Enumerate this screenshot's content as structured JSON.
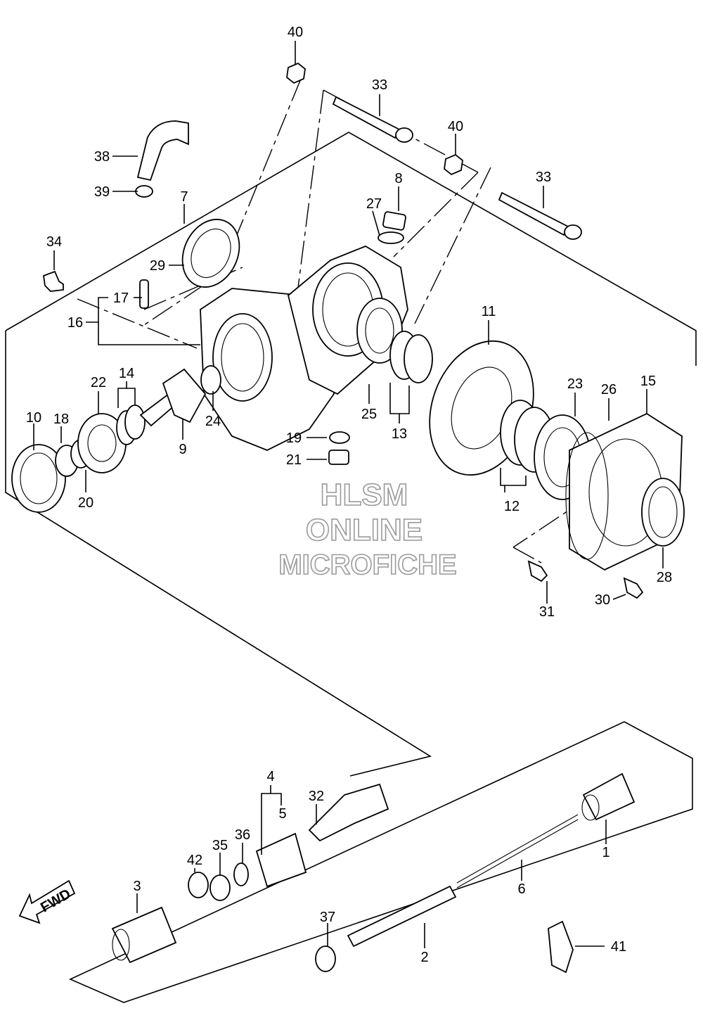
{
  "watermark": {
    "line1": "HLSM",
    "line2": "ONLINE",
    "line3": "MICROFICHE"
  },
  "fwd_label": "FWD",
  "callouts": [
    "1",
    "2",
    "3",
    "4",
    "5",
    "6",
    "7",
    "8",
    "9",
    "10",
    "11",
    "12",
    "13",
    "14",
    "15",
    "16",
    "17",
    "18",
    "19",
    "20",
    "21",
    "22",
    "23",
    "24",
    "25",
    "26",
    "27",
    "28",
    "29",
    "30",
    "31",
    "32",
    "33",
    "33",
    "34",
    "35",
    "36",
    "37",
    "38",
    "39",
    "40",
    "40",
    "41",
    "42"
  ],
  "colors": {
    "line": "#000000",
    "watermark_stroke": "#9a9a9a",
    "background": "#ffffff"
  }
}
